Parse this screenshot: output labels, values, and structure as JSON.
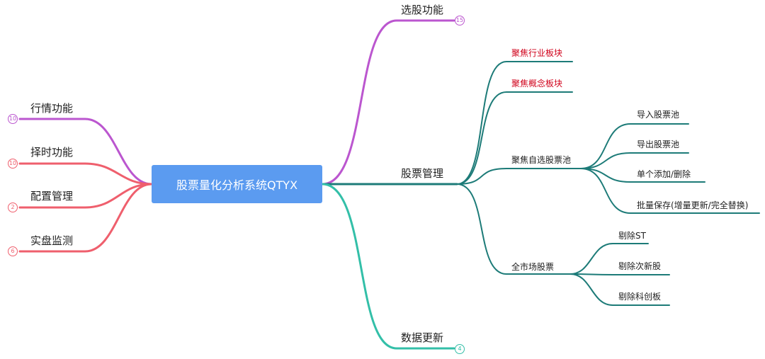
{
  "root": {
    "label": "股票量化分析系统QTYX"
  },
  "left_branches": [
    {
      "label": "行情功能",
      "badge": "10",
      "color": "#bb56cf"
    },
    {
      "label": "择时功能",
      "badge": "10",
      "color": "#ef5f6d"
    },
    {
      "label": "配置管理",
      "badge": "2",
      "color": "#ef5f6d"
    },
    {
      "label": "实盘监测",
      "badge": "6",
      "color": "#ef5f6d"
    }
  ],
  "right_branches": {
    "select": {
      "label": "选股功能",
      "badge": "15",
      "color": "#bb56cf"
    },
    "manage": {
      "label": "股票管理",
      "color": "#1d7b78",
      "children": [
        {
          "label": "聚焦行业板块",
          "highlight": true
        },
        {
          "label": "聚焦概念板块",
          "highlight": true
        },
        {
          "label": "聚焦自选股票池",
          "children": [
            "导入股票池",
            "导出股票池",
            "单个添加/删除",
            "批量保存(增量更新/完全替换)"
          ]
        },
        {
          "label": "全市场股票",
          "children": [
            "剔除ST",
            "剔除次新股",
            "剔除科创板"
          ]
        }
      ]
    },
    "update": {
      "label": "数据更新",
      "badge": "4",
      "color": "#33bfa8"
    }
  },
  "colors": {
    "root_fill": "#5b9bf0",
    "highlight_text": "#d0021b"
  }
}
